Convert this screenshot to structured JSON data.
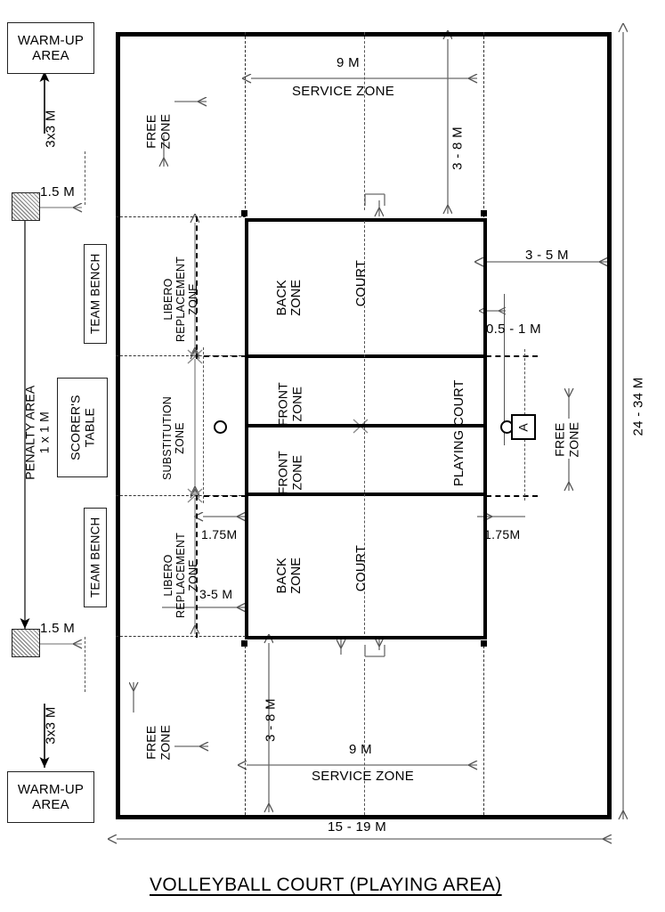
{
  "title": "VOLLEYBALL COURT (PLAYING AREA)",
  "boxes": {
    "warmup_top": "WARM-UP\nAREA",
    "warmup_bottom": "WARM-UP\nAREA",
    "scorers_table": "SCORER'S\nTABLE",
    "team_bench_top": "TEAM BENCH",
    "team_bench_bottom": "TEAM BENCH",
    "antenna_label": "A"
  },
  "zones": {
    "free_zone_top": "FREE\nZONE",
    "free_zone_bottom": "FREE\nZONE",
    "free_zone_right": "FREE\nZONE",
    "service_zone_top": "SERVICE ZONE",
    "service_zone_bottom": "SERVICE ZONE",
    "libero_top": "LIBERO\nREPLACEMENT\nZONE",
    "libero_bottom": "LIBERO\nREPLACEMENT\nZONE",
    "substitution": "SUBSTITUTION\nZONE",
    "back_zone_top": "BACK\nZONE",
    "back_zone_bottom": "BACK\nZONE",
    "front_zone_top": "FRONT\nZONE",
    "front_zone_bottom": "FRONT\nZONE",
    "court_top": "COURT",
    "court_bottom": "COURT",
    "playing_court": "PLAYING COURT"
  },
  "dimensions": {
    "service_zone_width_top": "9 M",
    "service_zone_width_bottom": "9 M",
    "free_zone_depth_top": "3 - 8 M",
    "free_zone_depth_bottom": "3 - 8 M",
    "free_zone_side": "3 - 5 M",
    "free_zone_side_bottom": "3-5 M",
    "antenna_offset": "0.5 - 1 M",
    "attack_line_top_right": "1.75M",
    "attack_line_bottom_left": "1.75M",
    "overall_height": "24 - 34 M",
    "overall_width": "15 - 19 M",
    "warmup_size_top": "3x3 M",
    "warmup_size_bottom": "3x3 M",
    "penalty_offset_top": "1.5 M",
    "penalty_offset_bottom": "1.5 M",
    "penalty_area": "PENALTY AREA\n1 x 1 M"
  },
  "colors": {
    "line": "#000000",
    "thin_line": "#444444",
    "background": "#ffffff"
  }
}
